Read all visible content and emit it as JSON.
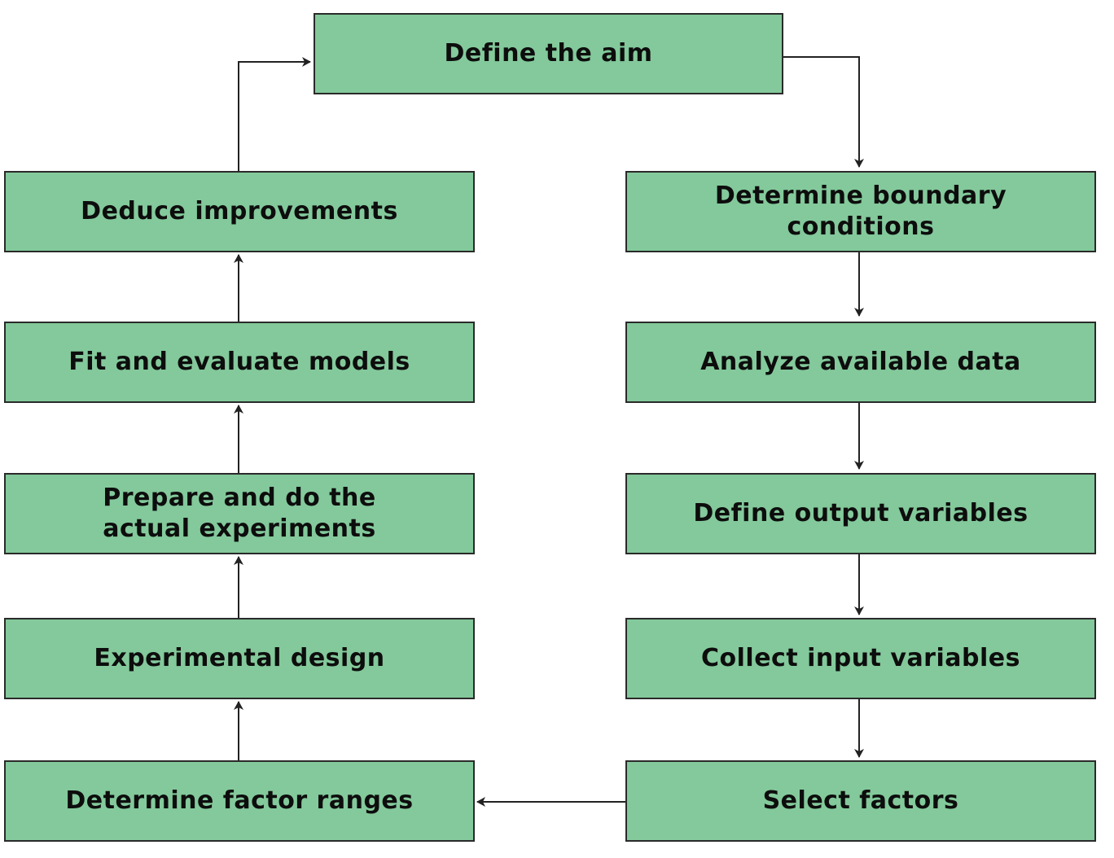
{
  "diagram": {
    "colors": {
      "box_fill": "#83c99b",
      "box_border": "#2a2a2a",
      "text": "#0d0d0d",
      "arrow": "#222222"
    },
    "steps": {
      "define_aim": "Define the aim",
      "boundary_conditions": "Determine boundary\nconditions",
      "analyze_data": "Analyze available data",
      "output_variables": "Define output variables",
      "input_variables": "Collect input variables",
      "select_factors": "Select factors",
      "factor_ranges": "Determine factor ranges",
      "experimental_design": "Experimental design",
      "prepare_experiments": "Prepare and do the\nactual experiments",
      "fit_models": "Fit and evaluate models",
      "deduce_improvements": "Deduce improvements"
    },
    "flow": [
      [
        "define_aim",
        "boundary_conditions"
      ],
      [
        "boundary_conditions",
        "analyze_data"
      ],
      [
        "analyze_data",
        "output_variables"
      ],
      [
        "output_variables",
        "input_variables"
      ],
      [
        "input_variables",
        "select_factors"
      ],
      [
        "select_factors",
        "factor_ranges"
      ],
      [
        "factor_ranges",
        "experimental_design"
      ],
      [
        "experimental_design",
        "prepare_experiments"
      ],
      [
        "prepare_experiments",
        "fit_models"
      ],
      [
        "fit_models",
        "deduce_improvements"
      ],
      [
        "deduce_improvements",
        "define_aim"
      ]
    ]
  }
}
